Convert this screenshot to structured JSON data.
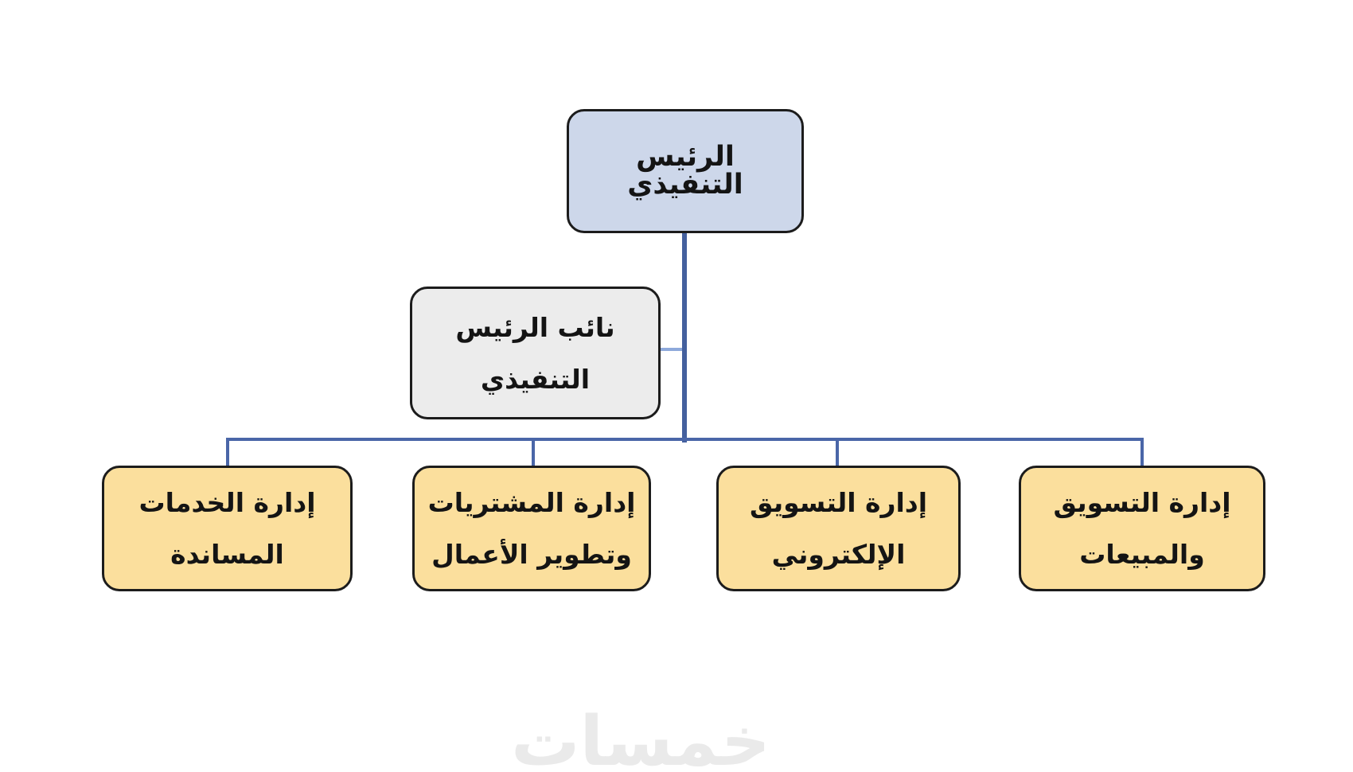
{
  "chart": {
    "type": "org-chart",
    "title": "",
    "root": {
      "label": "الرئيس التنفيذي",
      "role": "chief-executive-officer"
    },
    "assistant": {
      "line1": "نائب الرئيس",
      "line2": "التنفيذي",
      "role": "deputy-chief-executive"
    },
    "departments": [
      {
        "line1": "إدارة التسويق",
        "line2": "والمبيعات",
        "role": "marketing-and-sales-department"
      },
      {
        "line1": "إدارة التسويق",
        "line2": "الإلكتروني",
        "role": "e-marketing-department"
      },
      {
        "line1": "إدارة المشتريات",
        "line2": "وتطوير الأعمال",
        "role": "procurement-and-business-development-department"
      },
      {
        "line1": "إدارة الخدمات",
        "line2": "المساندة",
        "role": "support-services-department"
      }
    ]
  },
  "watermark": {
    "text": "خمسات"
  },
  "colors": {
    "ceo_box_fill": "#cdd7ea",
    "deputy_box_fill": "#ececec",
    "department_box_fill": "#fbdf9d",
    "box_border": "#1c1c1c",
    "connector_blue": "#44609e",
    "connector_stub_light_blue": "#8ea9db",
    "watermark_gray": "#eaeaea",
    "background": "#ffffff"
  }
}
